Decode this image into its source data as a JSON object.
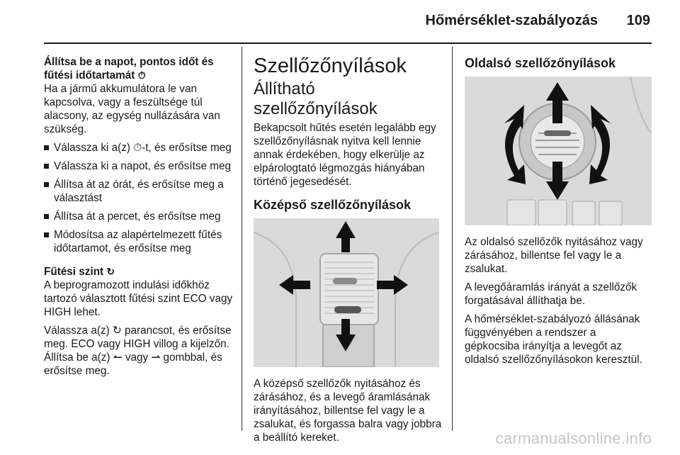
{
  "header": {
    "running_title": "Hőmérséklet-szabályozás",
    "page_number": "109"
  },
  "col1": {
    "intro_heading": "Állítsa be a napot, pontos időt és fűtési időtartamát",
    "intro_icon": "clock-icon",
    "intro_text": "Ha a jármű akkumulátora le van kapcsolva, vagy a feszültsége túl alacsony, az egység nullázására van szükség.",
    "bullets": [
      "Válassza ki a(z) ⏱-t, és erősítse meg",
      "Válassza ki a napot, és erősítse meg",
      "Állítsa át az órát, és erősítse meg a választást",
      "Állítsa át a percet, és erősítse meg",
      "Módosítsa az alapértelmezett fűtés időtartamot, és erősítse meg"
    ],
    "heat_heading": "Fűtési szint",
    "heat_icon": "level-icon",
    "heat_text": "A beprogramozott indulási időkhöz tartozó választott fűtési szint ECO vagy HIGH lehet.",
    "select_text": "Válassza a(z) ↻ parancsot, és erősítse meg. ECO vagy HIGH villog a kijelzőn. Állítsa be a(z) ↼ vagy ⇀ gombbal, és erősítse meg."
  },
  "col2": {
    "title": "Szellőzőnyílások",
    "adjustable_heading": "Állítható szellőzőnyílások",
    "adjustable_text": "Bekapcsolt hűtés esetén legalább egy szellőzőnyílásnak nyitva kell lennie annak érdekében, hogy elkerülje az elpárologtató légmozgás hiányában történő jegesedését.",
    "center_heading": "Középső szellőzőnyílások",
    "center_figure_icon": "center-vent-illustration",
    "center_text": "A középső szellőzők nyitásához és zárásához, és a levegő áramlásának irányításához, billentse fel vagy le a zsalukat, és forgassa balra vagy jobbra a beállító kereket."
  },
  "col3": {
    "side_heading": "Oldalsó szellőzőnyílások",
    "side_figure_icon": "side-vent-illustration",
    "side_text_1": "Az oldalsó szellőzők nyitásához vagy zárásához, billentse fel vagy le a zsalukat.",
    "side_text_2": "A levegőáramlás irányát a szellőzők forgatásával állíthatja be.",
    "side_text_3": "A hőmérséklet-szabályozó állásának függvényében a rendszer a gépkocsiba irányítja a levegőt az oldalsó szellőzőnyílásokon keresztül."
  },
  "watermark": "carmanualsonline.info",
  "colors": {
    "text": "#1a1a1a",
    "figure_bg": "#d9dad9",
    "watermark": "#c6c6c6"
  }
}
